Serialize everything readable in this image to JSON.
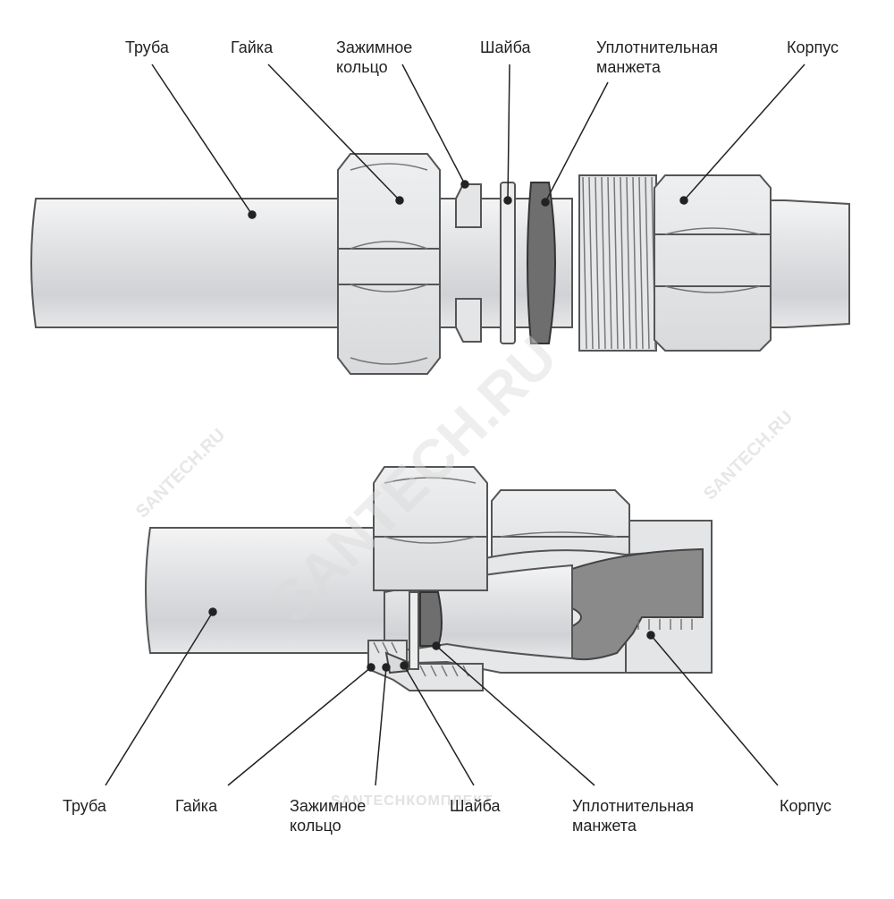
{
  "top": {
    "labels": {
      "pipe": "Труба",
      "nut": "Гайка",
      "ring_l1": "Зажимное",
      "ring_l2": "кольцо",
      "washer": "Шайба",
      "seal_l1": "Уплотнительная",
      "seal_l2": "манжета",
      "body": "Корпус"
    }
  },
  "bottom": {
    "labels": {
      "pipe": "Труба",
      "nut": "Гайка",
      "ring_l1": "Зажимное",
      "ring_l2": "кольцо",
      "washer": "Шайба",
      "seal_l1": "Уплотнительная",
      "seal_l2": "манжета",
      "body": "Корпус"
    }
  },
  "watermarks": {
    "main": "SANTECH.RU",
    "small": "SANTECH.RU",
    "bottom": "SANTECHКОМПЛЕКТ"
  },
  "colors": {
    "metal_light": "#e6e7e9",
    "metal_mid": "#cfd1d4",
    "outline": "#4a4a4a",
    "seal": "#6e6e6e",
    "cutaway": "#8a8a8a"
  }
}
